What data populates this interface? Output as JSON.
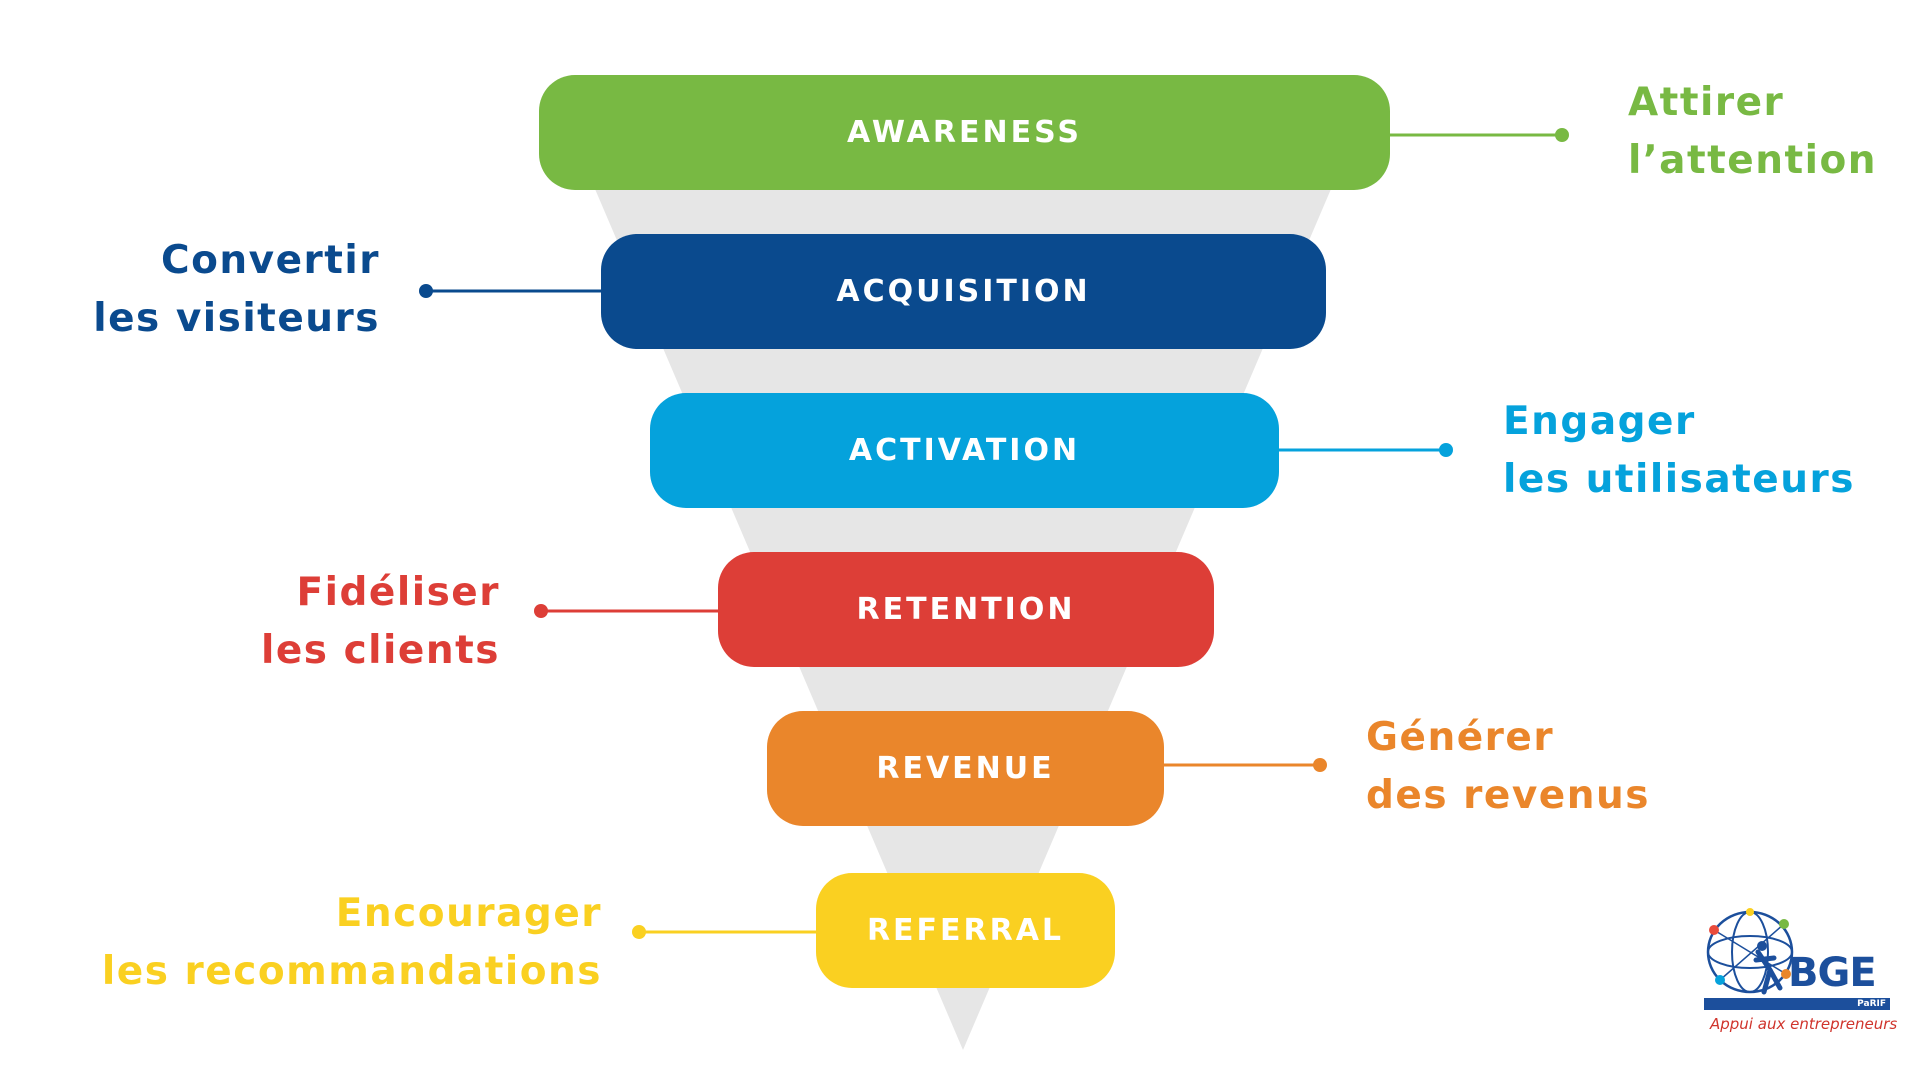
{
  "colors": {
    "funnel": "#e6e6e6",
    "awareness": "#78b943",
    "acquisition": "#0a4a8e",
    "activation": "#05a2dc",
    "retention": "#dd3e37",
    "revenue": "#ea862b",
    "referral": "#fad021"
  },
  "stages": {
    "awareness": {
      "label": "AWARENESS",
      "line1": "Attirer",
      "line2": "l’attention"
    },
    "acquisition": {
      "label": "ACQUISITION",
      "line1": "Convertir",
      "line2": "les visiteurs"
    },
    "activation": {
      "label": "ACTIVATION",
      "line1": "Engager",
      "line2": "les utilisateurs"
    },
    "retention": {
      "label": "RETENTION",
      "line1": "Fidéliser",
      "line2": "les clients"
    },
    "revenue": {
      "label": "REVENUE",
      "line1": "Générer",
      "line2": "des revenus"
    },
    "referral": {
      "label": "REFERRAL",
      "line1": "Encourager",
      "line2": "les recommandations"
    }
  },
  "logo": {
    "name": "BGE",
    "sub": "PaRIF",
    "tagline": "Appui aux entrepreneurs"
  }
}
